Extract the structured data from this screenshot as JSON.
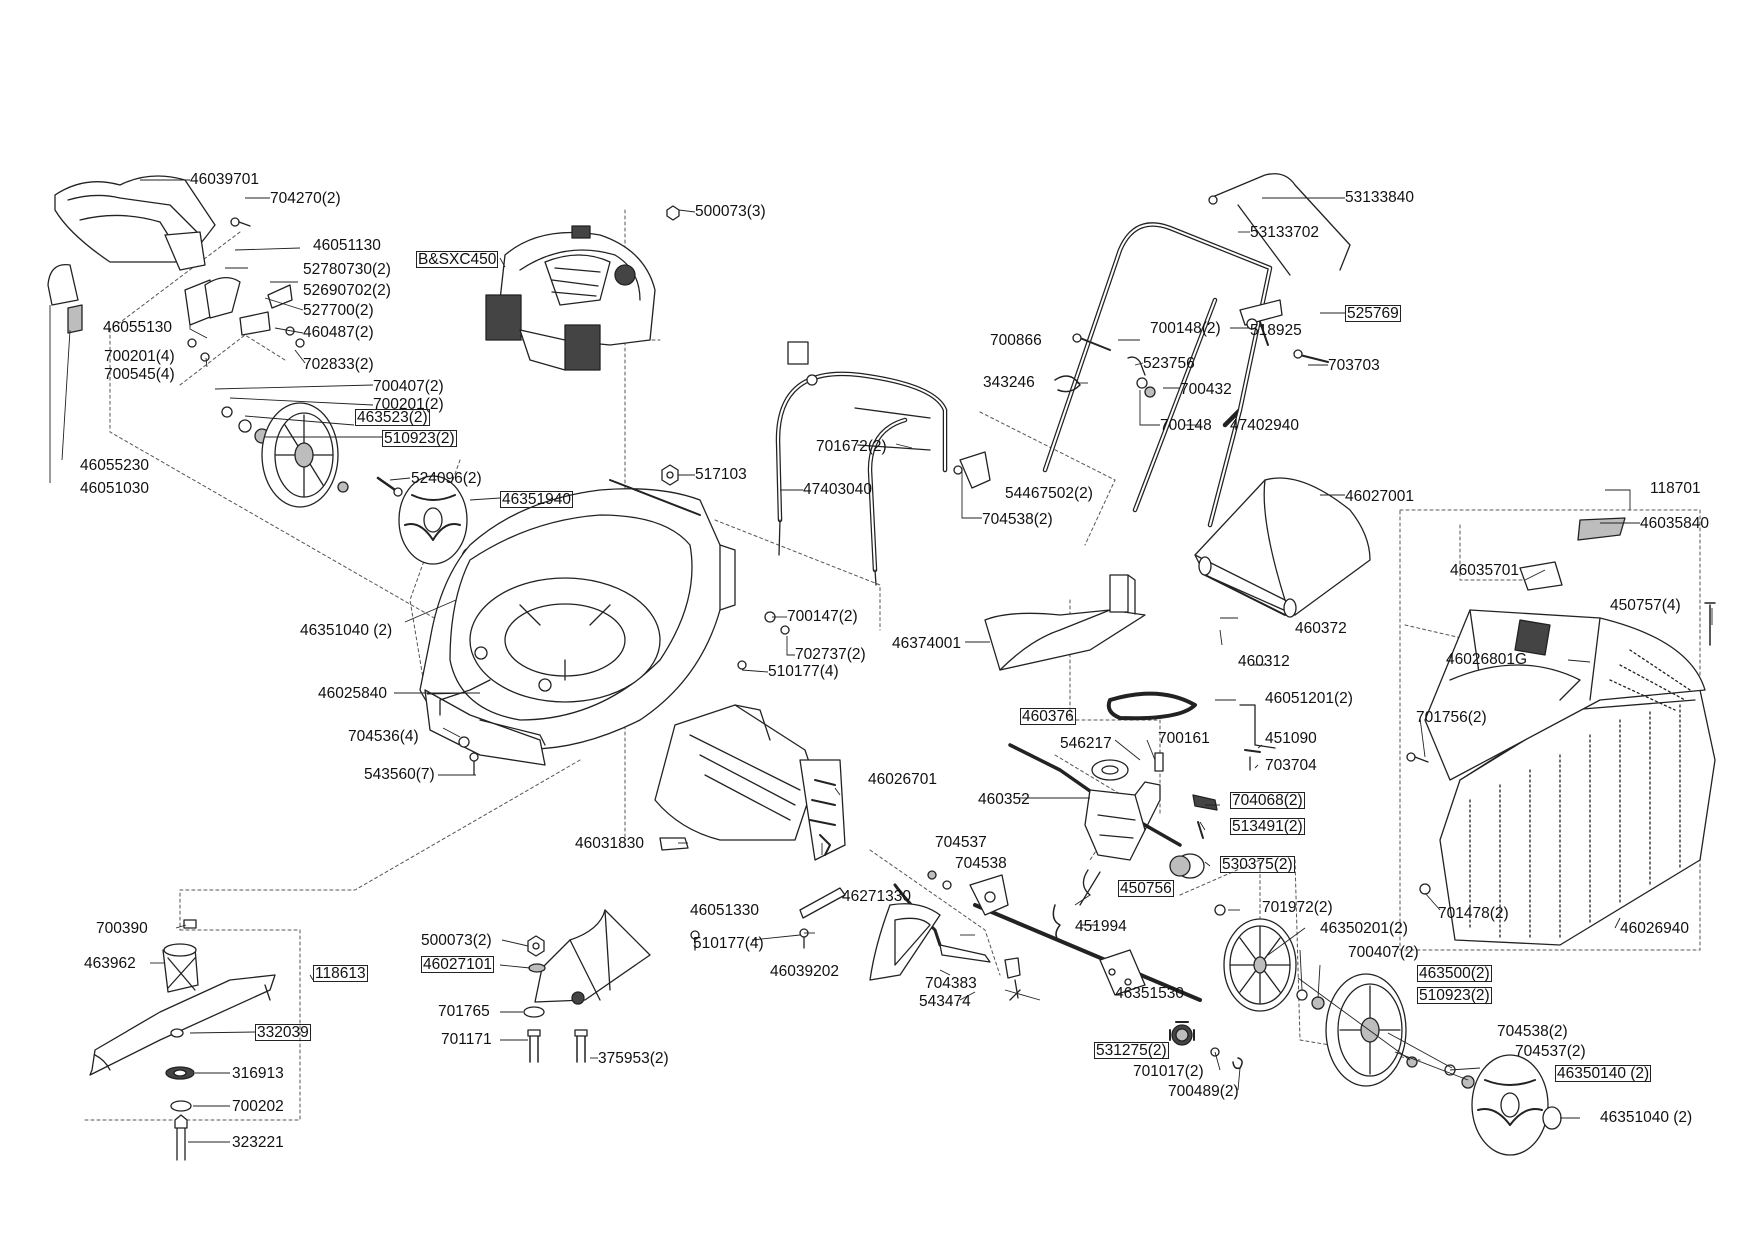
{
  "diagram": {
    "colors": {
      "line": "#222222",
      "dash": "#555555",
      "fill": "#ffffff",
      "shade": "#bdbdbd",
      "dark": "#444444"
    },
    "labels": [
      {
        "id": "L1",
        "text": "46039701",
        "boxed": false
      },
      {
        "id": "L2",
        "text": "704270(2)",
        "boxed": false
      },
      {
        "id": "L3",
        "text": "46051130",
        "boxed": false
      },
      {
        "id": "L4",
        "text": "52780730(2)",
        "boxed": false
      },
      {
        "id": "L5",
        "text": "52690702(2)",
        "boxed": false
      },
      {
        "id": "L6",
        "text": "527700(2)",
        "boxed": false
      },
      {
        "id": "L7",
        "text": "460487(2)",
        "boxed": false
      },
      {
        "id": "L8",
        "text": "46055130",
        "boxed": false
      },
      {
        "id": "L9",
        "text": "700201(4)",
        "boxed": false
      },
      {
        "id": "L10",
        "text": "700545(4)",
        "boxed": false
      },
      {
        "id": "L11",
        "text": "702833(2)",
        "boxed": false
      },
      {
        "id": "L12",
        "text": "700407(2)",
        "boxed": false
      },
      {
        "id": "L13",
        "text": "700201(2)",
        "boxed": false
      },
      {
        "id": "L14",
        "text": "463523(2)",
        "boxed": true
      },
      {
        "id": "L15",
        "text": "510923(2)",
        "boxed": true
      },
      {
        "id": "L16",
        "text": "46055230",
        "boxed": false
      },
      {
        "id": "L17",
        "text": "46051030",
        "boxed": false
      },
      {
        "id": "L18",
        "text": "524096(2)",
        "boxed": false
      },
      {
        "id": "L19",
        "text": "46351940",
        "boxed": true
      },
      {
        "id": "L20",
        "text": "46351040 (2)",
        "boxed": false
      },
      {
        "id": "L21",
        "text": "B&SXC450",
        "boxed": true
      },
      {
        "id": "L22",
        "text": "500073(3)",
        "boxed": false
      },
      {
        "id": "L23",
        "text": "517103",
        "boxed": false
      },
      {
        "id": "L24",
        "text": "46025840",
        "boxed": false
      },
      {
        "id": "L25",
        "text": "704536(4)",
        "boxed": false
      },
      {
        "id": "L26",
        "text": "543560(7)",
        "boxed": false
      },
      {
        "id": "L27",
        "text": "700147(2)",
        "boxed": false
      },
      {
        "id": "L28",
        "text": "702737(2)",
        "boxed": false
      },
      {
        "id": "L29",
        "text": "510177(4)",
        "boxed": false
      },
      {
        "id": "L30",
        "text": "47403040",
        "boxed": false
      },
      {
        "id": "L31",
        "text": "701672(2)",
        "boxed": false
      },
      {
        "id": "L32",
        "text": "54467502(2)",
        "boxed": false
      },
      {
        "id": "L33",
        "text": "704538(2)",
        "boxed": false
      },
      {
        "id": "L34",
        "text": "53133840",
        "boxed": false
      },
      {
        "id": "L35",
        "text": "53133702",
        "boxed": false
      },
      {
        "id": "L36",
        "text": "525769",
        "boxed": true
      },
      {
        "id": "L37",
        "text": "700148(2)",
        "boxed": false
      },
      {
        "id": "L38",
        "text": "518925",
        "boxed": false
      },
      {
        "id": "L39",
        "text": "700866",
        "boxed": false
      },
      {
        "id": "L40",
        "text": "523756",
        "boxed": false
      },
      {
        "id": "L41",
        "text": "703703",
        "boxed": false
      },
      {
        "id": "L42",
        "text": "343246",
        "boxed": false
      },
      {
        "id": "L43",
        "text": "700432",
        "boxed": false
      },
      {
        "id": "L44",
        "text": "700148",
        "boxed": false
      },
      {
        "id": "L45",
        "text": "47402940",
        "boxed": false
      },
      {
        "id": "L46",
        "text": "46027001",
        "boxed": false
      },
      {
        "id": "L47",
        "text": "46374001",
        "boxed": false
      },
      {
        "id": "L48",
        "text": "460372",
        "boxed": false
      },
      {
        "id": "L49",
        "text": "460312",
        "boxed": false
      },
      {
        "id": "L50",
        "text": "46051201(2)",
        "boxed": false
      },
      {
        "id": "L51",
        "text": "460376",
        "boxed": true
      },
      {
        "id": "L52",
        "text": "546217",
        "boxed": false
      },
      {
        "id": "L53",
        "text": "700161",
        "boxed": false
      },
      {
        "id": "L54",
        "text": "451090",
        "boxed": false
      },
      {
        "id": "L55",
        "text": "703704",
        "boxed": false
      },
      {
        "id": "L56",
        "text": "460352",
        "boxed": false
      },
      {
        "id": "L57",
        "text": "704068(2)",
        "boxed": true
      },
      {
        "id": "L58",
        "text": "513491(2)",
        "boxed": true
      },
      {
        "id": "L59",
        "text": "530375(2)",
        "boxed": true
      },
      {
        "id": "L60",
        "text": "450756",
        "boxed": true
      },
      {
        "id": "L61",
        "text": "451994",
        "boxed": false
      },
      {
        "id": "L62",
        "text": "46026701",
        "boxed": false
      },
      {
        "id": "L63",
        "text": "46031830",
        "boxed": false
      },
      {
        "id": "L64",
        "text": "46051330",
        "boxed": false
      },
      {
        "id": "L65",
        "text": "510177(4)",
        "boxed": false
      },
      {
        "id": "L66",
        "text": "704537",
        "boxed": false
      },
      {
        "id": "L67",
        "text": "704538",
        "boxed": false
      },
      {
        "id": "L68",
        "text": "46271330",
        "boxed": false
      },
      {
        "id": "L69",
        "text": "46039202",
        "boxed": false
      },
      {
        "id": "L70",
        "text": "704383",
        "boxed": false
      },
      {
        "id": "L71",
        "text": "543474",
        "boxed": false
      },
      {
        "id": "L72",
        "text": "46351530",
        "boxed": false
      },
      {
        "id": "L73",
        "text": "531275(2)",
        "boxed": true
      },
      {
        "id": "L74",
        "text": "701017(2)",
        "boxed": false
      },
      {
        "id": "L75",
        "text": "700489(2)",
        "boxed": false
      },
      {
        "id": "L76",
        "text": "701972(2)",
        "boxed": false
      },
      {
        "id": "L77",
        "text": "46350201(2)",
        "boxed": false
      },
      {
        "id": "L78",
        "text": "700407(2)",
        "boxed": false
      },
      {
        "id": "L79",
        "text": "463500(2)",
        "boxed": true
      },
      {
        "id": "L80",
        "text": "510923(2)",
        "boxed": true
      },
      {
        "id": "L81",
        "text": "704538(2)",
        "boxed": false
      },
      {
        "id": "L82",
        "text": "704537(2)",
        "boxed": false
      },
      {
        "id": "L83",
        "text": "46350140 (2)",
        "boxed": true
      },
      {
        "id": "L84",
        "text": "46351040 (2)",
        "boxed": false
      },
      {
        "id": "L85",
        "text": "118701",
        "boxed": false
      },
      {
        "id": "L86",
        "text": "46035840",
        "boxed": false
      },
      {
        "id": "L87",
        "text": "46035701",
        "boxed": false
      },
      {
        "id": "L88",
        "text": "450757(4)",
        "boxed": false
      },
      {
        "id": "L89",
        "text": "46026801G",
        "boxed": false
      },
      {
        "id": "L90",
        "text": "701756(2)",
        "boxed": false
      },
      {
        "id": "L91",
        "text": "701478(2)",
        "boxed": false
      },
      {
        "id": "L92",
        "text": "46026940",
        "boxed": false
      },
      {
        "id": "L93",
        "text": "700390",
        "boxed": false
      },
      {
        "id": "L94",
        "text": "463962",
        "boxed": false
      },
      {
        "id": "L95",
        "text": "118613",
        "boxed": true
      },
      {
        "id": "L96",
        "text": "332039",
        "boxed": true
      },
      {
        "id": "L97",
        "text": "316913",
        "boxed": false
      },
      {
        "id": "L98",
        "text": "700202",
        "boxed": false
      },
      {
        "id": "L99",
        "text": "323221",
        "boxed": false
      },
      {
        "id": "L100",
        "text": "500073(2)",
        "boxed": false
      },
      {
        "id": "L101",
        "text": "46027101",
        "boxed": true
      },
      {
        "id": "L102",
        "text": "701765",
        "boxed": false
      },
      {
        "id": "L103",
        "text": "701171",
        "boxed": false
      },
      {
        "id": "L104",
        "text": "375953(2)",
        "boxed": false
      }
    ]
  }
}
